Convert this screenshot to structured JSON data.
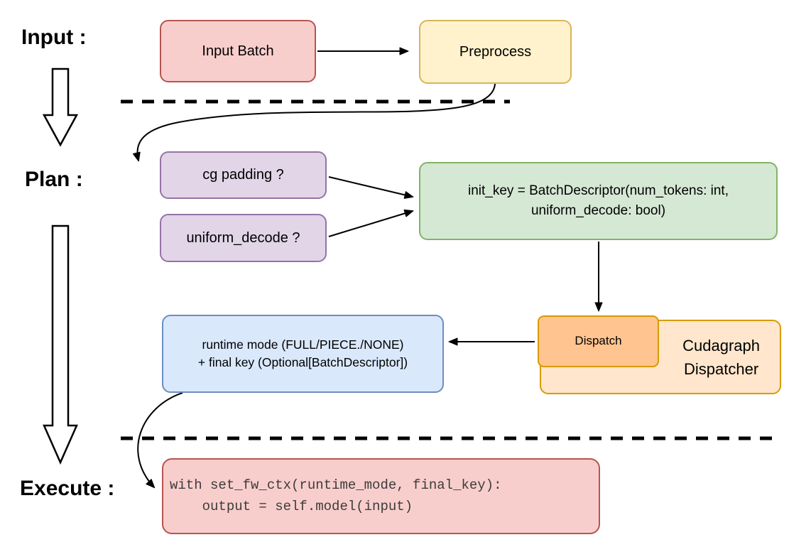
{
  "stages": {
    "input_label": "Input :",
    "plan_label": "Plan :",
    "execute_label": "Execute :"
  },
  "nodes": {
    "input_batch": {
      "label": "Input Batch"
    },
    "preprocess": {
      "label": "Preprocess"
    },
    "cg_padding": {
      "label": "cg padding ?"
    },
    "uniform_decode": {
      "label": "uniform_decode ?"
    },
    "init_key": {
      "line1": "init_key = BatchDescriptor(num_tokens: int,",
      "line2": "uniform_decode: bool)"
    },
    "dispatch": {
      "label": "Dispatch"
    },
    "cudagraph_dispatcher": {
      "line1": "Cudagraph",
      "line2": "Dispatcher"
    },
    "runtime_result": {
      "line1": "runtime mode (FULL/PIECE./NONE)",
      "line2": "+ final key (Optional[BatchDescriptor])"
    },
    "execute_code": {
      "line1": "with set_fw_ctx(runtime_mode, final_key):",
      "line2": "    output = self.model(input)"
    }
  },
  "colors": {
    "red_fill": "#f8cecc",
    "red_stroke": "#b85450",
    "yellow_fill": "#fff2cc",
    "yellow_stroke": "#d6b656",
    "purple_fill": "#e1d5e7",
    "purple_stroke": "#9673a6",
    "green_fill": "#d5e8d4",
    "green_stroke": "#82b366",
    "blue_fill": "#dae8fc",
    "blue_stroke": "#6c8ebf",
    "orange_fill": "#ffe6cc",
    "orange_stroke": "#d79b00",
    "dispatch_fill": "#ffc490",
    "arrow": "#000000"
  }
}
